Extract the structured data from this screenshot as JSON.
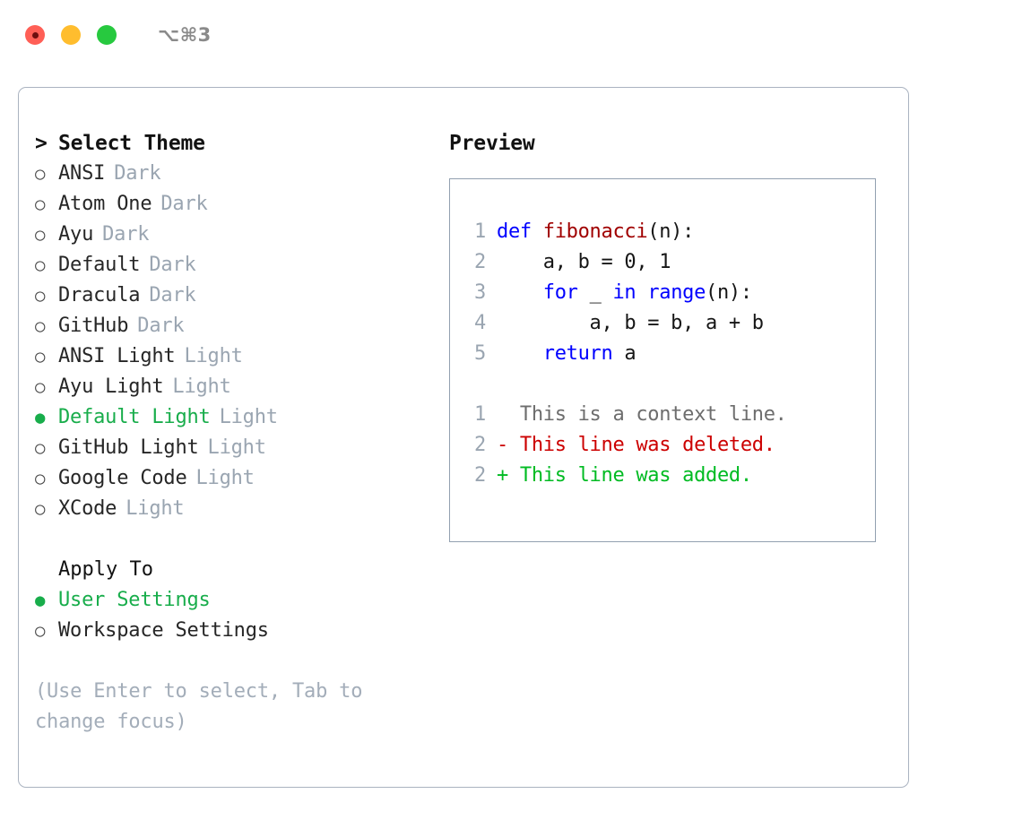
{
  "titlebar": {
    "shortcut": "⌥⌘3",
    "lights": [
      "close",
      "minimize",
      "zoom"
    ]
  },
  "left_panel": {
    "header": {
      "caret": ">",
      "title": "Select Theme"
    },
    "marker_selected": "●",
    "marker_unselected": "○",
    "themes": [
      {
        "name": "ANSI",
        "variant": "Dark",
        "selected": false
      },
      {
        "name": "Atom One",
        "variant": "Dark",
        "selected": false
      },
      {
        "name": "Ayu",
        "variant": "Dark",
        "selected": false
      },
      {
        "name": "Default",
        "variant": "Dark",
        "selected": false
      },
      {
        "name": "Dracula",
        "variant": "Dark",
        "selected": false
      },
      {
        "name": "GitHub",
        "variant": "Dark",
        "selected": false
      },
      {
        "name": "ANSI Light",
        "variant": "Light",
        "selected": false
      },
      {
        "name": "Ayu Light",
        "variant": "Light",
        "selected": false
      },
      {
        "name": "Default Light",
        "variant": "Light",
        "selected": true
      },
      {
        "name": "GitHub Light",
        "variant": "Light",
        "selected": false
      },
      {
        "name": "Google Code",
        "variant": "Light",
        "selected": false
      },
      {
        "name": "XCode",
        "variant": "Light",
        "selected": false
      }
    ],
    "apply_to": {
      "title": "Apply To",
      "options": [
        {
          "name": "User Settings",
          "selected": true
        },
        {
          "name": "Workspace Settings",
          "selected": false
        }
      ]
    },
    "hint": "(Use Enter to select, Tab to change focus)"
  },
  "right_panel": {
    "title": "Preview",
    "code_lines": [
      {
        "num": "1",
        "tokens": [
          {
            "t": "def ",
            "c": "kw"
          },
          {
            "t": "fibonacci",
            "c": "fn"
          },
          {
            "t": "(n):",
            "c": "plain"
          }
        ]
      },
      {
        "num": "2",
        "tokens": [
          {
            "t": "    a, b = 0, 1",
            "c": "plain"
          }
        ]
      },
      {
        "num": "3",
        "tokens": [
          {
            "t": "    ",
            "c": "plain"
          },
          {
            "t": "for",
            "c": "kw"
          },
          {
            "t": " _ ",
            "c": "plain"
          },
          {
            "t": "in",
            "c": "kw"
          },
          {
            "t": " ",
            "c": "plain"
          },
          {
            "t": "range",
            "c": "kw"
          },
          {
            "t": "(n):",
            "c": "plain"
          }
        ]
      },
      {
        "num": "4",
        "tokens": [
          {
            "t": "        a, b = b, a + b",
            "c": "plain"
          }
        ]
      },
      {
        "num": "5",
        "tokens": [
          {
            "t": "    ",
            "c": "plain"
          },
          {
            "t": "return",
            "c": "kw"
          },
          {
            "t": " a",
            "c": "plain"
          }
        ]
      }
    ],
    "diff_lines": [
      {
        "num": "1",
        "text": "  This is a context line.",
        "c": "ctx"
      },
      {
        "num": "2",
        "text": "- This line was deleted.",
        "c": "del"
      },
      {
        "num": "2",
        "text": "+ This line was added.",
        "c": "add"
      }
    ]
  },
  "colors": {
    "accent_green": "#18ad4b",
    "keyword_blue": "#0000ff",
    "function_red": "#a00000",
    "diff_add": "#00bb22",
    "diff_del": "#cc0000",
    "muted_gray": "#9aa5b1",
    "border": "#aab3c0"
  }
}
